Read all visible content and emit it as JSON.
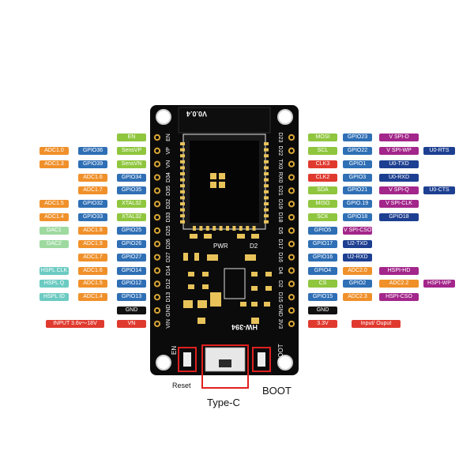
{
  "colors": {
    "orange": "#f0902a",
    "blue": "#2f6fb5",
    "green": "#8fc63e",
    "red": "#e03a2f",
    "magenta": "#a3268a",
    "navy": "#1d3f91",
    "teal": "#6ccbc2",
    "black": "#111111",
    "pale_green": "#9ed9a0"
  },
  "board": {
    "version": "V0.0.4",
    "pwr_label": "PWR",
    "d2_label": "D2",
    "model": "HW-394",
    "en_silk": "EN",
    "boot_silk": "BOOT",
    "left_pins": [
      "EN",
      "VP",
      "VN",
      "D34",
      "D35",
      "D32",
      "D33",
      "D25",
      "D26",
      "D27",
      "D14",
      "D12",
      "D13",
      "GND",
      "VIN"
    ],
    "right_pins": [
      "D23",
      "D22",
      "TX0",
      "RX0",
      "D21",
      "D19",
      "D18",
      "D5",
      "D17",
      "D16",
      "D4",
      "D2",
      "D15",
      "GND",
      "3V3"
    ]
  },
  "captions": {
    "reset": "Reset",
    "type_c": "Type-C",
    "boot": "BOOT"
  },
  "left_rows": [
    [
      {
        "t": "EN",
        "c": "green"
      }
    ],
    [
      {
        "t": "ADC1.0",
        "c": "orange"
      },
      {
        "t": "GPIO36",
        "c": "blue"
      },
      {
        "t": "SensVP",
        "c": "green"
      }
    ],
    [
      {
        "t": "ADC1.3",
        "c": "orange"
      },
      {
        "t": "GPIO39",
        "c": "blue"
      },
      {
        "t": "SensVN",
        "c": "green"
      }
    ],
    [
      {
        "t": "ADC1.6",
        "c": "orange"
      },
      {
        "t": "GPIO34",
        "c": "blue"
      }
    ],
    [
      {
        "t": "ADC1.7",
        "c": "orange"
      },
      {
        "t": "GPIO35",
        "c": "blue"
      }
    ],
    [
      {
        "t": "ADC1.5",
        "c": "orange"
      },
      {
        "t": "GPIO32",
        "c": "blue"
      },
      {
        "t": "XTAL32",
        "c": "green"
      }
    ],
    [
      {
        "t": "ADC1.4",
        "c": "orange"
      },
      {
        "t": "GPIO33",
        "c": "blue"
      },
      {
        "t": "XTAL32",
        "c": "green"
      }
    ],
    [
      {
        "t": "DAC1",
        "c": "pale_green"
      },
      {
        "t": "ADC1.8",
        "c": "orange"
      },
      {
        "t": "GPIO25",
        "c": "blue"
      }
    ],
    [
      {
        "t": "DAC2",
        "c": "pale_green"
      },
      {
        "t": "ADC1.9",
        "c": "orange"
      },
      {
        "t": "GPIO26",
        "c": "blue"
      }
    ],
    [
      {
        "t": "ADC1.7",
        "c": "orange"
      },
      {
        "t": "GPIO27",
        "c": "blue"
      }
    ],
    [
      {
        "t": "HSPL CLK",
        "c": "teal"
      },
      {
        "t": "ADC1.6",
        "c": "orange"
      },
      {
        "t": "GPIO14",
        "c": "blue"
      }
    ],
    [
      {
        "t": "HSPL Q",
        "c": "teal"
      },
      {
        "t": "ADC1.5",
        "c": "orange"
      },
      {
        "t": "GPIO12",
        "c": "blue"
      }
    ],
    [
      {
        "t": "HSPL ID",
        "c": "teal"
      },
      {
        "t": "ADC1.4",
        "c": "orange"
      },
      {
        "t": "GPIO13",
        "c": "blue"
      }
    ],
    [
      {
        "t": "GND",
        "c": "black"
      }
    ],
    [
      {
        "t": "INPUT  3.6v～18V",
        "c": "red"
      },
      {
        "t": "VN",
        "c": "red"
      }
    ]
  ],
  "right_rows": [
    [
      {
        "t": "MOSI",
        "c": "green"
      },
      {
        "t": "GPIO23",
        "c": "blue"
      },
      {
        "t": "V SPI-D",
        "c": "magenta"
      }
    ],
    [
      {
        "t": "SCL",
        "c": "green"
      },
      {
        "t": "GPIO22",
        "c": "blue"
      },
      {
        "t": "V SPI-WP",
        "c": "magenta"
      },
      {
        "t": "U0-RTS",
        "c": "navy"
      }
    ],
    [
      {
        "t": "CLK3",
        "c": "red"
      },
      {
        "t": "GPIO1",
        "c": "blue"
      },
      {
        "t": "U0-TXD",
        "c": "navy"
      }
    ],
    [
      {
        "t": "CLK2",
        "c": "red"
      },
      {
        "t": "GPIO3",
        "c": "blue"
      },
      {
        "t": "U0-RXD",
        "c": "navy"
      }
    ],
    [
      {
        "t": "SDA",
        "c": "green"
      },
      {
        "t": "GPIO21",
        "c": "blue"
      },
      {
        "t": "V SPI-Q",
        "c": "magenta"
      },
      {
        "t": "U0-CTS",
        "c": "navy"
      }
    ],
    [
      {
        "t": "MISO",
        "c": "green"
      },
      {
        "t": "GPIO.19",
        "c": "blue"
      },
      {
        "t": "V SPI-CLK",
        "c": "magenta"
      }
    ],
    [
      {
        "t": "SCK",
        "c": "green"
      },
      {
        "t": "GPIO18",
        "c": "blue"
      },
      {
        "t": "GPIO18",
        "c": "navy"
      }
    ],
    [
      {
        "t": "GPIO5",
        "c": "blue"
      },
      {
        "t": "V SPI-CSO",
        "c": "magenta"
      }
    ],
    [
      {
        "t": "GPIO17",
        "c": "blue"
      },
      {
        "t": "U2-TXD",
        "c": "navy"
      }
    ],
    [
      {
        "t": "GPIO16",
        "c": "blue"
      },
      {
        "t": "U2-RXD",
        "c": "navy"
      }
    ],
    [
      {
        "t": "GPIO4",
        "c": "blue"
      },
      {
        "t": "ADC2.0",
        "c": "orange"
      },
      {
        "t": "HSPI-HD",
        "c": "magenta"
      }
    ],
    [
      {
        "t": "CS",
        "c": "green"
      },
      {
        "t": "GPIO2",
        "c": "blue"
      },
      {
        "t": "ADC2.2",
        "c": "orange"
      },
      {
        "t": "HSPI-WP",
        "c": "magenta"
      }
    ],
    [
      {
        "t": "GPIO15",
        "c": "blue"
      },
      {
        "t": "ADC2.3",
        "c": "orange"
      },
      {
        "t": "HSPI-CSO",
        "c": "magenta"
      }
    ],
    [
      {
        "t": "GND",
        "c": "black"
      }
    ],
    [
      {
        "t": "3.3V",
        "c": "red"
      },
      {
        "t": "Input/ Ouput",
        "c": "red"
      }
    ]
  ]
}
